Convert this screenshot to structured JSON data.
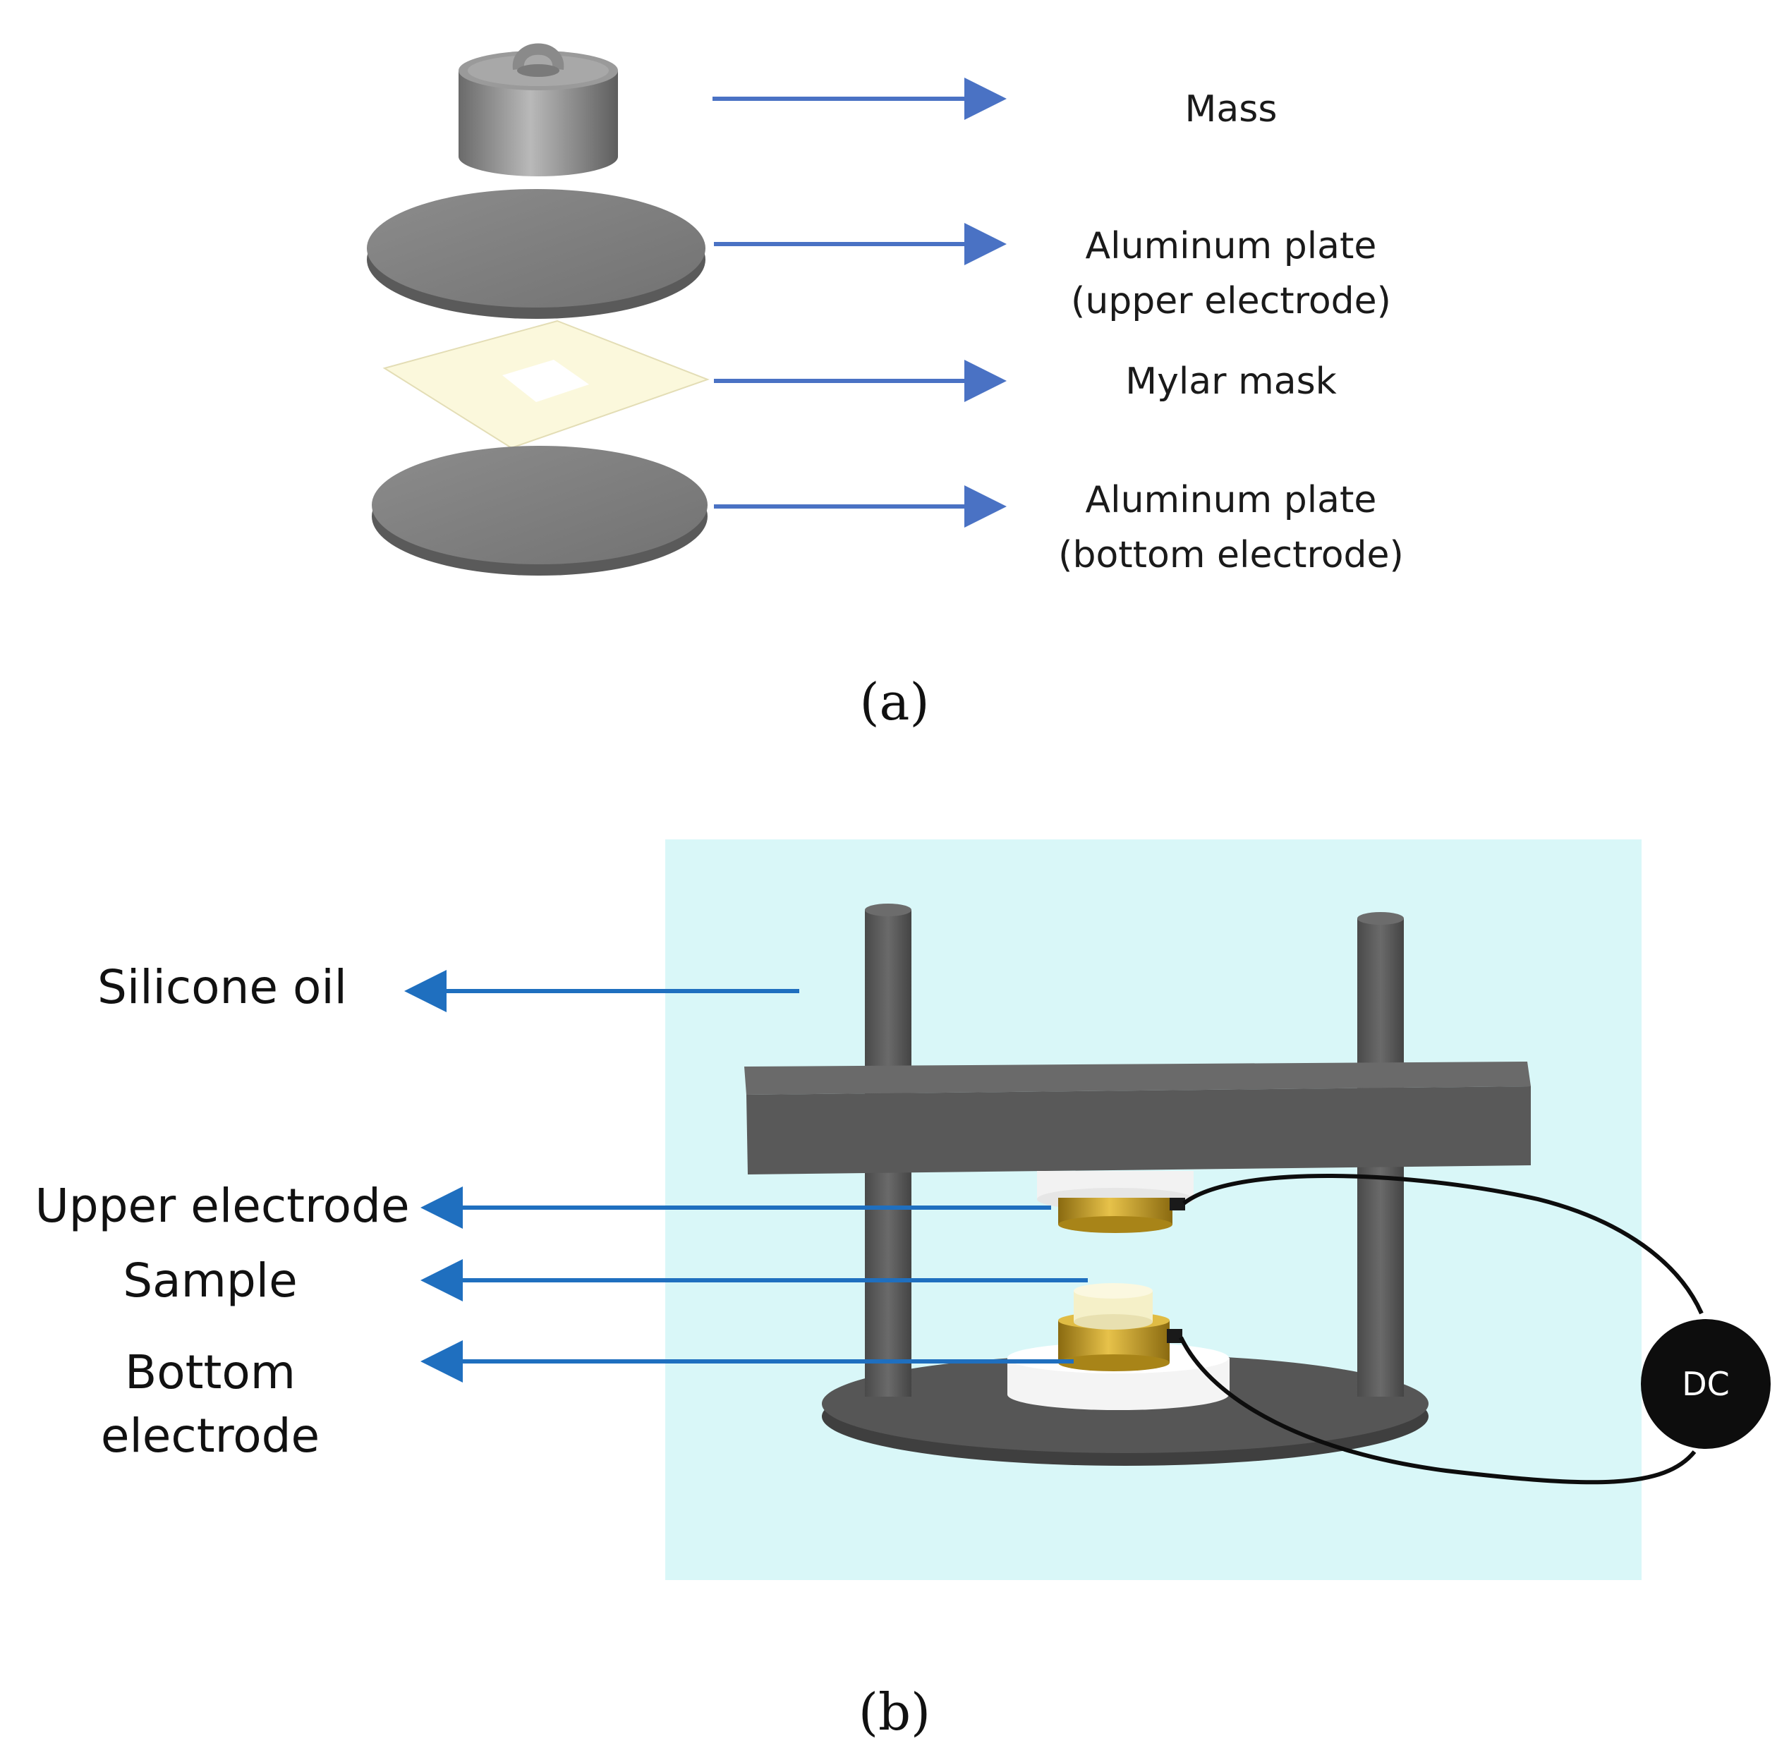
{
  "panel_a": {
    "caption": "(a)",
    "labels": {
      "mass": "Mass",
      "upper_plate_line1": "Aluminum plate",
      "upper_plate_line2": "(upper electrode)",
      "mask": "Mylar mask",
      "bottom_plate_line1": "Aluminum plate",
      "bottom_plate_line2": "(bottom electrode)"
    }
  },
  "panel_b": {
    "caption": "(b)",
    "labels": {
      "silicone_oil": "Silicone oil",
      "upper_electrode": "Upper electrode",
      "sample": "Sample",
      "bottom_electrode_line1": "Bottom",
      "bottom_electrode_line2": "electrode",
      "power_source": "DC"
    }
  },
  "colors": {
    "arrow_a": "#4a72c4",
    "arrow_b": "#1f6fbf",
    "oil_bath": "#d9f7f8",
    "metal_grey": "#6e6e6e",
    "frame_grey": "#5a5a5a",
    "brass": "#c9a227",
    "mylar": "#fbf8dc",
    "sample": "#f5f0c8",
    "dc_source": "#0d0d0d"
  }
}
